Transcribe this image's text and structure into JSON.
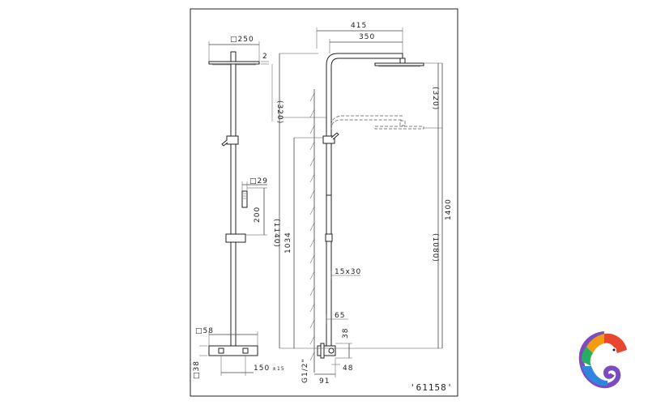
{
  "drawing": {
    "product_code": "'61158'",
    "front": {
      "head_size": "□250",
      "head_thickness": "2",
      "head_drop": "(320)",
      "hand_size": "□29",
      "hand_length": "200",
      "mixer_width": "□58",
      "mixer_depth": "□38",
      "mixer_centres": "150",
      "mixer_tolerance": "±15"
    },
    "side": {
      "arm_total": "415",
      "arm_reach": "350",
      "head_drop": "(320)",
      "total_height": "1400",
      "rail_height": "(1080)",
      "bracket_height": "(1140)",
      "column_height": "1034",
      "bracket_section": "15x30",
      "column_offset": "65",
      "mixer_height": "38",
      "connection": "G1/2\"",
      "wall_offset": "91",
      "mixer_projection": "48"
    }
  }
}
